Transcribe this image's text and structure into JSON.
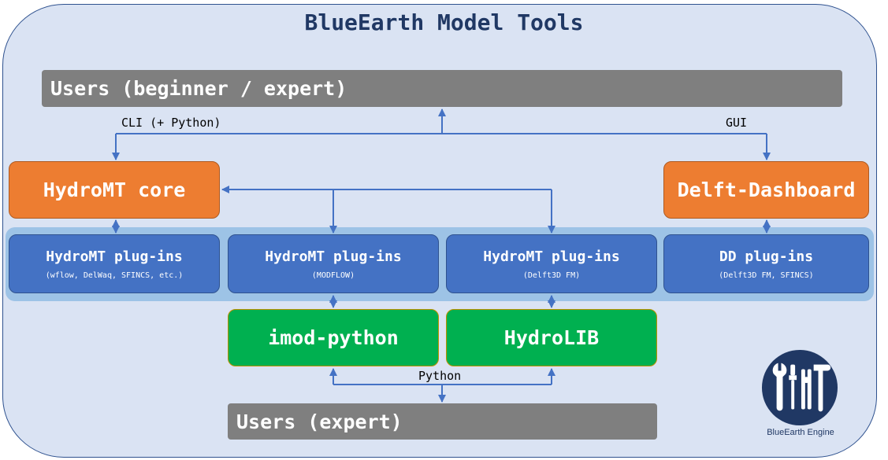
{
  "title": "BlueEarth Model Tools",
  "users_top": "Users (beginner / expert)",
  "labels": {
    "cli": "CLI (+ Python)",
    "gui": "GUI",
    "python": "Python"
  },
  "hydromt_core": "HydroMT core",
  "delft_dashboard": "Delft-Dashboard",
  "plugins": [
    {
      "title": "HydroMT plug-ins",
      "sub": "(wflow, DelWaq, SFINCS, etc.)"
    },
    {
      "title": "HydroMT plug-ins",
      "sub": "(MODFLOW)"
    },
    {
      "title": "HydroMT plug-ins",
      "sub": "(Delft3D FM)"
    },
    {
      "title": "DD plug-ins",
      "sub": "(Delft3D FM, SFINCS)"
    }
  ],
  "imod_python": "imod-python",
  "hydrolib": "HydroLIB",
  "users_bottom": "Users (expert)",
  "logo_text": "BlueEarth Engine",
  "colors": {
    "panel": "#dae3f3",
    "gray": "#7f7f7f",
    "orange": "#ed7d31",
    "blue": "#4472c4",
    "green": "#00b050",
    "arrow": "#4472c4",
    "title": "#203864"
  }
}
